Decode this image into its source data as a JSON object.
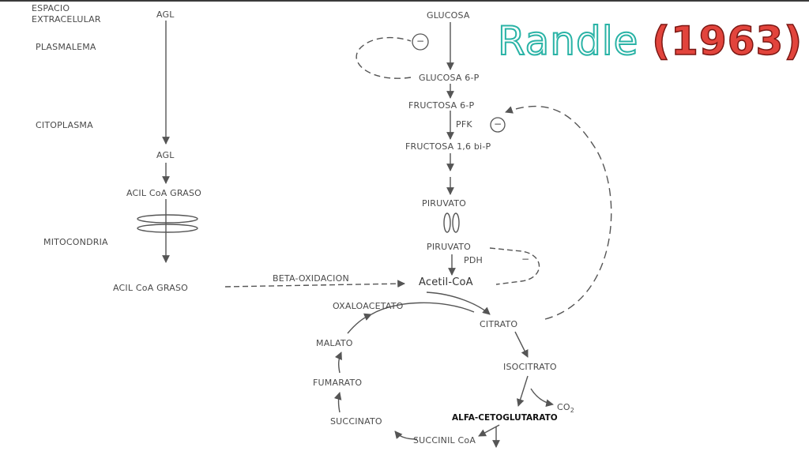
{
  "title": {
    "main": "Randle ",
    "year": "(1963)"
  },
  "labels": {
    "espacio": "ESPACIO",
    "extracelular": "EXTRACELULAR",
    "plasmalema": "PLASMALEMA",
    "citoplasma": "CITOPLASMA",
    "mitocondria": "MITOCONDRIA",
    "agl_top": "AGL",
    "agl_mid": "AGL",
    "acil_coa_1": "ACIL CoA GRASO",
    "acil_coa_2": "ACIL CoA GRASO",
    "beta_oxidacion": "BETA-OXIDACION",
    "glucosa": "GLUCOSA",
    "glucosa_6p": "GLUCOSA 6-P",
    "fructosa_6p": "FRUCTOSA 6-P",
    "pfk": "PFK",
    "fructosa_16bp": "FRUCTOSA 1,6 bi-P",
    "piruvato_1": "PIRUVATO",
    "piruvato_2": "PIRUVATO",
    "pdh": "PDH",
    "acetil_coa": "Acetil-CoA",
    "oxaloacetato": "OXALOACETATO",
    "citrato": "CITRATO",
    "isocitrato": "ISOCITRATO",
    "co2": "CO",
    "co2_sub": "2",
    "alfa_ceto": "ALFA-CETOGLUTARATO",
    "succinil_coa": "SUCCINIL CoA",
    "succinato": "SUCCINATO",
    "fumarato": "FUMARATO",
    "malato": "MALATO",
    "minus_1": "−",
    "minus_2": "−",
    "minus_3": "−"
  }
}
